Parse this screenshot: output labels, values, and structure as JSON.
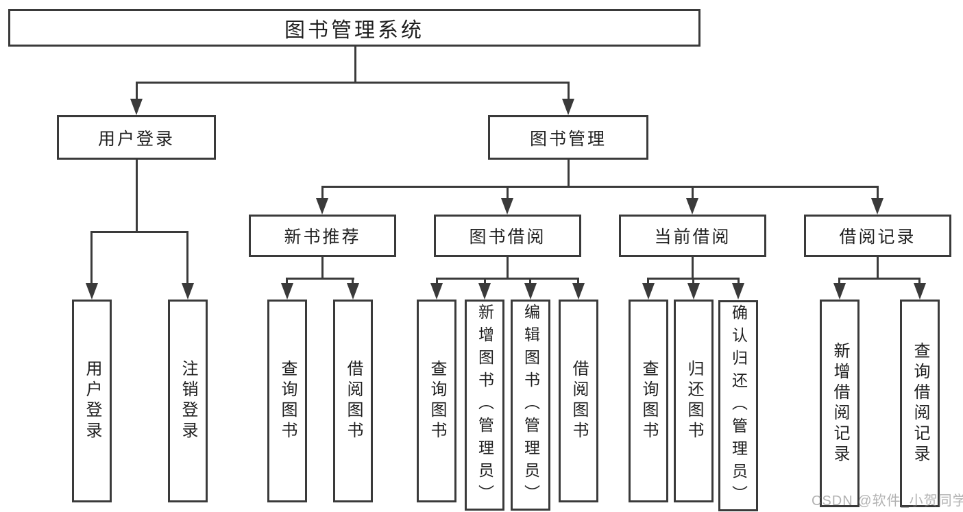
{
  "title": "图书管理系统",
  "level2": {
    "user_login": "用户登录",
    "book_mgmt": "图书管理"
  },
  "level3": {
    "new_books": "新书推荐",
    "borrowing": "图书借阅",
    "current": "当前借阅",
    "records": "借阅记录"
  },
  "leaves": {
    "user_login": [
      "用户登录",
      "注销登录"
    ],
    "new_books": [
      "查询图书",
      "借阅图书"
    ],
    "borrowing": [
      "查询图书",
      "新增图书（管理员）",
      "编辑图书（管理员）",
      "借阅图书"
    ],
    "current": [
      "查询图书",
      "归还图书",
      "确认归还（管理员）"
    ],
    "records": [
      "新增借阅记录",
      "查询借阅记录"
    ]
  },
  "watermark": "CSDN @软件_小贺同学",
  "colors": {
    "background": "#ffffff",
    "line": "#3a3a3a",
    "border": "#3a3a3a",
    "text": "#1f1f1f",
    "watermark": "#828282"
  }
}
